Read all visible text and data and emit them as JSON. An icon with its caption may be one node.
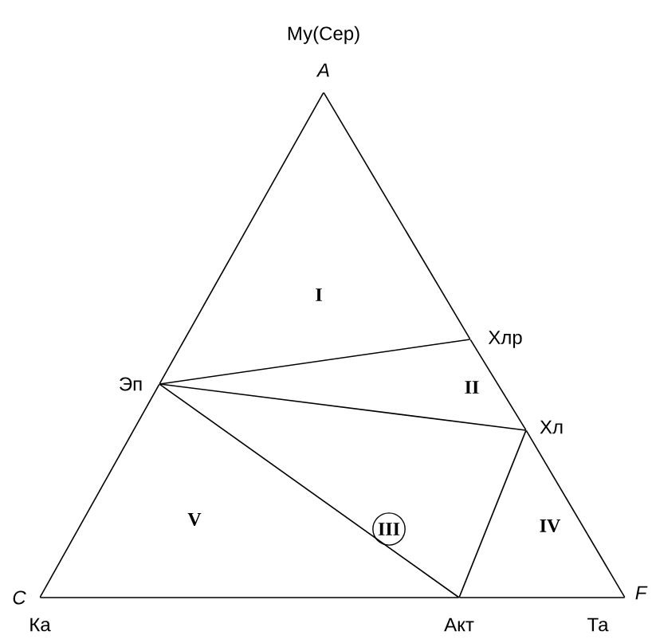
{
  "diagram": {
    "nodes": [
      {
        "text": [
          "A"
        ],
        "beside": [
          "Му(Сер)"
        ]
      },
      {
        "text": [
          "C"
        ],
        "beside": [
          "Ка"
        ]
      },
      {
        "text": [
          "F"
        ],
        "beside": [
          "Та"
        ]
      },
      {
        "text": [
          "Эп"
        ]
      },
      {
        "text": [
          "Хлр"
        ]
      },
      {
        "text": [
          "Хл"
        ]
      },
      {
        "text": [
          "Акт"
        ]
      },
      {
        "text": [
          "III"
        ]
      }
    ],
    "edges": [
      {
        "from": 0,
        "to": 3,
        "arrow": "none"
      },
      {
        "from": 3,
        "to": 1,
        "arrow": "none"
      },
      {
        "from": 0,
        "to": 4,
        "arrow": "none"
      },
      {
        "from": 4,
        "to": 5,
        "arrow": "none"
      },
      {
        "from": 5,
        "to": 2,
        "arrow": "none"
      },
      {
        "from": 1,
        "to": 6,
        "arrow": "none"
      },
      {
        "from": 6,
        "to": 2,
        "arrow": "none"
      },
      {
        "from": 3,
        "to": 4,
        "arrow": "none"
      },
      {
        "from": 3,
        "to": 5,
        "arrow": "none"
      },
      {
        "from": 3,
        "to": 6,
        "arrow": "none"
      },
      {
        "from": 5,
        "to": 6,
        "arrow": "none"
      }
    ],
    "labels": [
      "I",
      "II",
      "IV",
      "V"
    ]
  }
}
